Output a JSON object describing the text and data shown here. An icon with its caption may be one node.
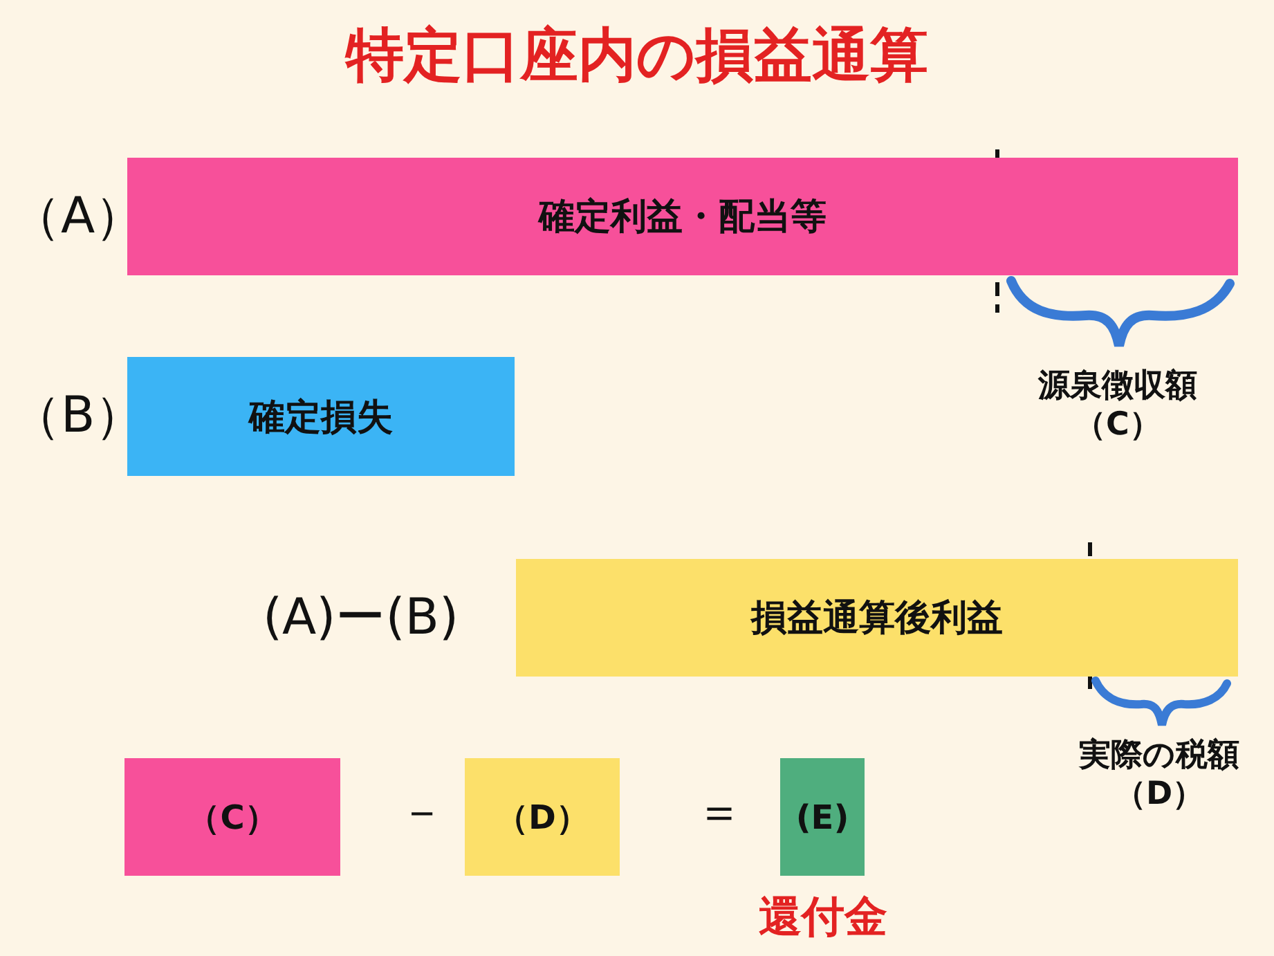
{
  "diagram": {
    "title": "特定口座内の損益通算",
    "nodes": [
      {
        "text": [
          "確定利益・配当等"
        ],
        "beside": [
          "（A）"
        ]
      },
      {
        "text": [
          "確定損失"
        ],
        "beside": [
          "（B）"
        ]
      },
      {
        "text": [
          "損益通算後利益"
        ],
        "beside": [
          "(A)ー(B)"
        ]
      },
      {
        "text": [
          "（C）"
        ]
      },
      {
        "text": [
          "（D）"
        ]
      },
      {
        "text": [
          "(E)"
        ],
        "beside": [
          "還付金"
        ]
      }
    ],
    "labels": [
      "源泉徴収額",
      "（C）",
      "実際の税額",
      "（D）",
      "－",
      "＝"
    ]
  }
}
